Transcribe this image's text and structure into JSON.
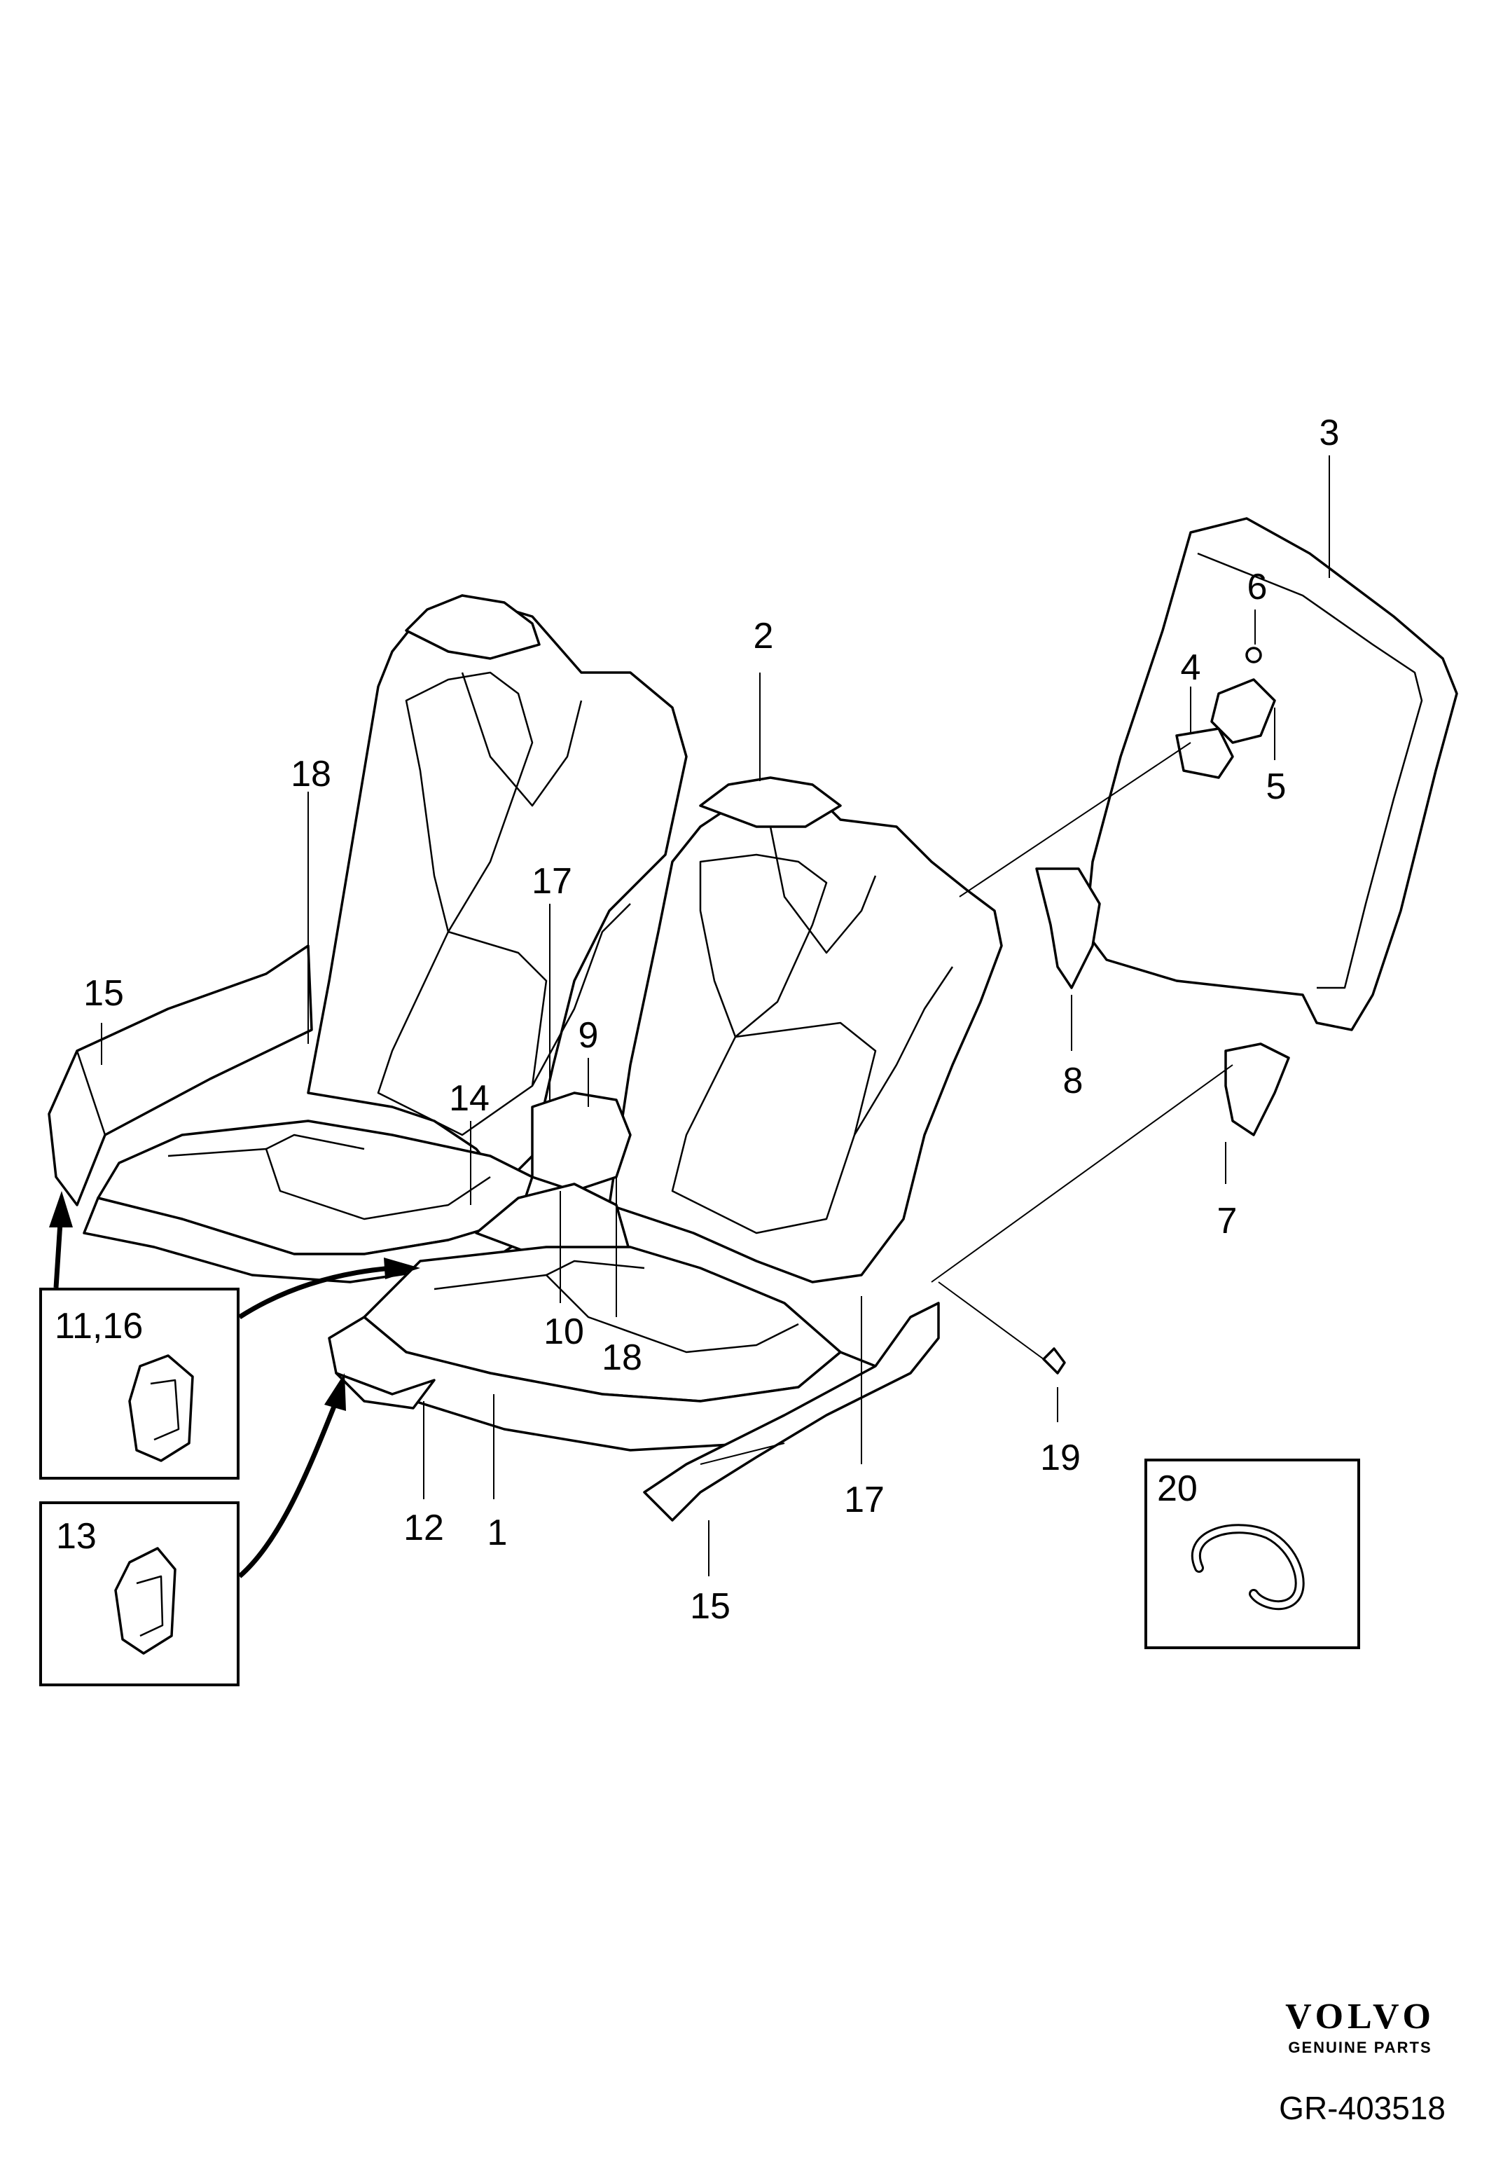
{
  "callouts": {
    "c1": "1",
    "c2": "2",
    "c3": "3",
    "c4": "4",
    "c5": "5",
    "c6": "6",
    "c7": "7",
    "c8": "8",
    "c9": "9",
    "c10": "10",
    "c11_16": "11,16",
    "c12": "12",
    "c13": "13",
    "c14": "14",
    "c15a": "15",
    "c15b": "15",
    "c17a": "17",
    "c17b": "17",
    "c18a": "18",
    "c18b": "18",
    "c19": "19",
    "c20": "20"
  },
  "brand": {
    "name": "VOLVO",
    "tagline": "GENUINE PARTS"
  },
  "reference": "GR-403518"
}
